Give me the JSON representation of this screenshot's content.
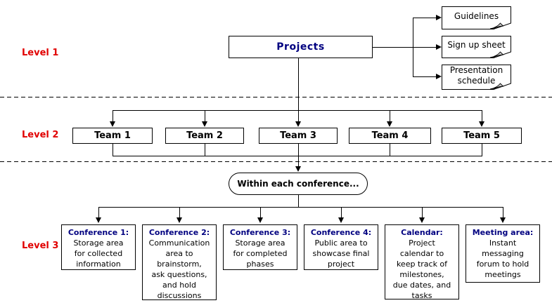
{
  "colors": {
    "title_navy": "#000080",
    "level_label_red": "#e10000",
    "connector_black": "#000000",
    "doc_fold_gray": "#c8c8c8",
    "background": "#ffffff"
  },
  "levels": [
    {
      "label": "Level 1"
    },
    {
      "label": "Level 2"
    },
    {
      "label": "Level 3"
    }
  ],
  "root": {
    "label": "Projects"
  },
  "documents": [
    {
      "label": "Guidelines"
    },
    {
      "label": "Sign up sheet"
    },
    {
      "label": "Presentation\nschedule"
    }
  ],
  "teams": [
    {
      "label": "Team 1"
    },
    {
      "label": "Team 2"
    },
    {
      "label": "Team 3"
    },
    {
      "label": "Team 4"
    },
    {
      "label": "Team 5"
    }
  ],
  "conference_note": {
    "label": "Within each conference..."
  },
  "areas": [
    {
      "title": "Conference 1:",
      "body": "Storage area\nfor collected\ninformation"
    },
    {
      "title": "Conference 2:",
      "body": "Communication\narea to\nbrainstorm,\nask questions,\nand hold\ndiscussions"
    },
    {
      "title": "Conference 3:",
      "body": "Storage area\nfor completed\nphases"
    },
    {
      "title": "Conference 4:",
      "body": "Public area to\nshowcase final\nproject"
    },
    {
      "title": "Calendar:",
      "body": "Project\ncalendar to\nkeep track of\nmilestones,\ndue dates, and\ntasks"
    },
    {
      "title": "Meeting area:",
      "body": "Instant\nmessaging\nforum to hold\nmeetings"
    }
  ]
}
